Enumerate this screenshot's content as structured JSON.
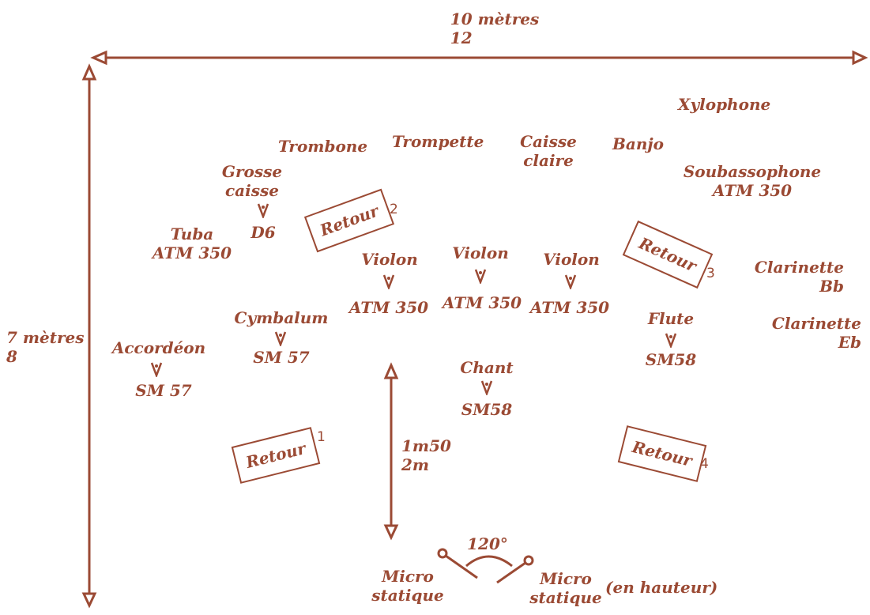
{
  "dimensions": {
    "width_line1": "10 mètres",
    "width_line2": "12",
    "depth_line1": "7 mètres",
    "depth_line2": "8",
    "gap_line1": "1m50",
    "gap_line2": "2m",
    "angle": "120°"
  },
  "instruments": {
    "xylophone": "Xylophone",
    "trombone": "Trombone",
    "trompette": "Trompette",
    "caisse_claire_1": "Caisse",
    "caisse_claire_2": "claire",
    "banjo": "Banjo",
    "soubassophone": "Soubassophone",
    "soubassophone_mic": "ATM 350",
    "grosse_caisse_1": "Grosse",
    "grosse_caisse_2": "caisse",
    "grosse_caisse_mic": "D6",
    "tuba": "Tuba",
    "tuba_mic": "ATM 350",
    "violon_1": "Violon",
    "violon_1_mic": "ATM 350",
    "violon_2": "Violon",
    "violon_2_mic": "ATM 350",
    "violon_3": "Violon",
    "violon_3_mic": "ATM 350",
    "clarinette_bb_1": "Clarinette",
    "clarinette_bb_2": "Bb",
    "clarinette_eb_1": "Clarinette",
    "clarinette_eb_2": "Eb",
    "cymbalum": "Cymbalum",
    "cymbalum_mic": "SM 57",
    "accordeon": "Accordéon",
    "accordeon_mic": "SM 57",
    "flute": "Flute",
    "flute_mic": "SM58",
    "chant": "Chant",
    "chant_mic": "SM58"
  },
  "monitors": [
    {
      "label": "Retour",
      "number": "1"
    },
    {
      "label": "Retour",
      "number": "2"
    },
    {
      "label": "Retour",
      "number": "3"
    },
    {
      "label": "Retour",
      "number": "4"
    }
  ],
  "static_mics": {
    "left_1": "Micro",
    "left_2": "statique",
    "right_1": "Micro",
    "right_2": "statique",
    "note": "(en hauteur)"
  },
  "colors": {
    "ink": "#9b4a34",
    "background": "#ffffff"
  }
}
